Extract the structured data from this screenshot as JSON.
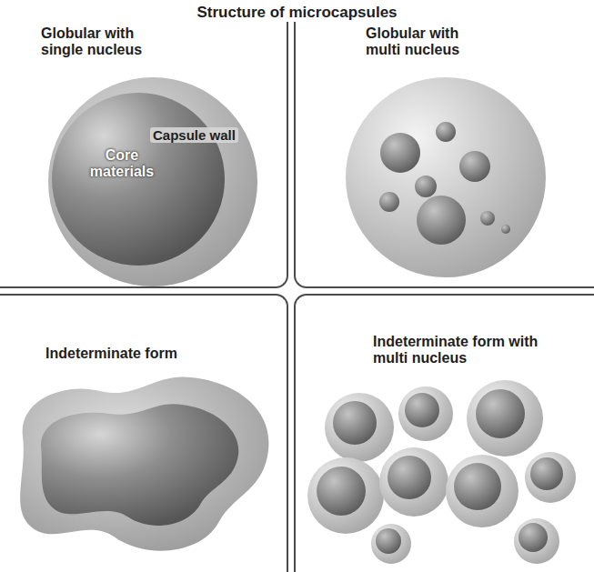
{
  "diagram": {
    "title": "Structure of microcapsules",
    "nodes": [
      {
        "text": [
          "Globular with single nucleus"
        ]
      },
      {
        "text": [
          "Capsule wall"
        ],
        "in": 0
      },
      {
        "text": [
          "Core materials"
        ],
        "in": 1
      },
      {
        "text": [
          "Globular with multi nucleus"
        ]
      },
      {
        "text": [
          "Indeterminate form"
        ]
      },
      {
        "text": [
          "Indeterminate form with multi nucleus"
        ]
      }
    ]
  }
}
